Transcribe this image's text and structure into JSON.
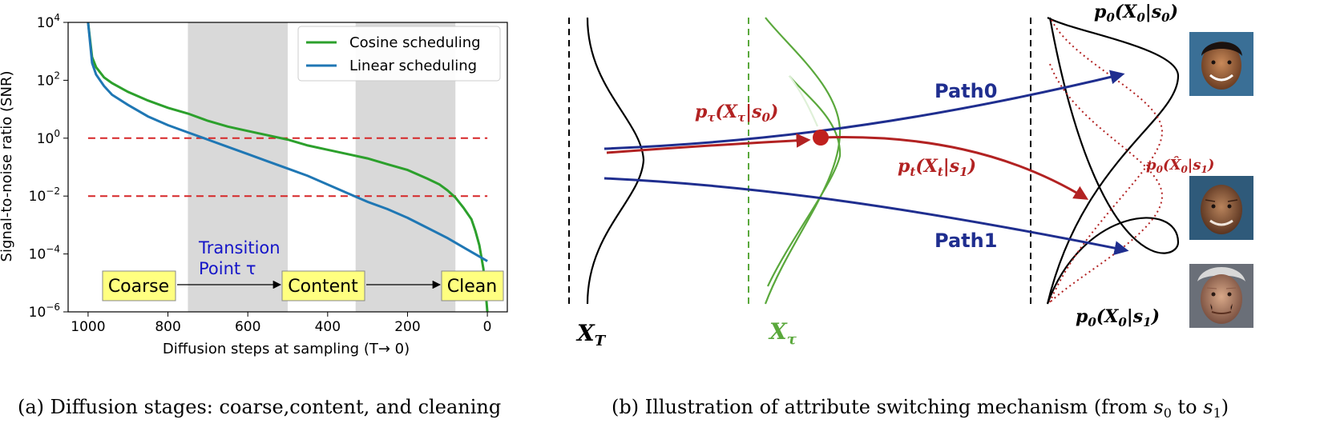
{
  "chart_data": {
    "type": "line",
    "xlabel": "Diffusion steps at sampling (T→ 0)",
    "ylabel": "Signal-to-noise ratio (SNR)",
    "xlim": [
      1050,
      -50
    ],
    "ylim_log10": [
      -6,
      4
    ],
    "x_scale": "linear, reversed",
    "y_scale": "log",
    "x_ticks": [
      1000,
      800,
      600,
      400,
      200,
      0
    ],
    "x_tick_labels": [
      "1000",
      "800",
      "600",
      "400",
      "200",
      "0"
    ],
    "y_ticks_log10": [
      -6,
      -4,
      -2,
      0,
      2,
      4
    ],
    "y_tick_base": "10",
    "y_tick_exponents": [
      "−6",
      "−4",
      "−2",
      "0",
      "2",
      "4"
    ],
    "legend_position": "top-right",
    "shaded_regions": [
      [
        750,
        500
      ],
      [
        330,
        80
      ]
    ],
    "threshold_lines_log10": [
      0,
      -2
    ],
    "series": [
      {
        "name": "Cosine scheduling",
        "color": "#2ca02c",
        "x": [
          1000,
          990,
          980,
          960,
          940,
          900,
          850,
          800,
          750,
          700,
          650,
          600,
          550,
          500,
          450,
          400,
          350,
          300,
          250,
          200,
          150,
          120,
          100,
          80,
          60,
          40,
          30,
          20,
          10,
          5,
          0
        ],
        "log10y": [
          4.2,
          2.8,
          2.45,
          2.1,
          1.9,
          1.6,
          1.3,
          1.05,
          0.85,
          0.6,
          0.4,
          0.25,
          0.1,
          -0.05,
          -0.25,
          -0.4,
          -0.55,
          -0.7,
          -0.9,
          -1.1,
          -1.4,
          -1.6,
          -1.8,
          -2.05,
          -2.4,
          -2.8,
          -3.2,
          -3.7,
          -4.5,
          -5.2,
          -6.1
        ]
      },
      {
        "name": "Linear scheduling",
        "color": "#1f77b4",
        "x": [
          1000,
          990,
          980,
          960,
          940,
          900,
          850,
          800,
          750,
          700,
          650,
          600,
          550,
          500,
          450,
          400,
          350,
          300,
          250,
          200,
          150,
          100,
          50,
          0
        ],
        "log10y": [
          4.2,
          2.6,
          2.2,
          1.8,
          1.5,
          1.15,
          0.75,
          0.45,
          0.2,
          -0.05,
          -0.3,
          -0.55,
          -0.8,
          -1.05,
          -1.3,
          -1.6,
          -1.9,
          -2.2,
          -2.45,
          -2.75,
          -3.1,
          -3.45,
          -3.85,
          -4.25
        ]
      }
    ],
    "annotations": {
      "transition": [
        "Transition",
        "Point τ"
      ],
      "stages": [
        "Coarse",
        "Content",
        "Clean"
      ]
    }
  },
  "diagram": {
    "x_T": "X",
    "x_T_sub": "T",
    "x_tau": "X",
    "x_tau_sub": "τ",
    "path0": "Path0",
    "path1": "Path1",
    "p_top": {
      "main": "p",
      "sub": "0",
      "arg": "(X",
      "argsub": "0",
      "cond": "|s",
      "condsub": "0",
      "close": ")"
    },
    "p_bottom": {
      "main": "p",
      "sub": "0",
      "arg": "(X",
      "argsub": "0",
      "cond": "|s",
      "condsub": "1",
      "close": ")"
    },
    "p_tau": {
      "main": "p",
      "sub": "τ",
      "arg": "(X",
      "argsub": "τ",
      "cond": "|s",
      "condsub": "0",
      "close": ")"
    },
    "p_t": {
      "main": "p",
      "sub": "t",
      "arg": "(X",
      "argsub": "t",
      "cond": "|s",
      "condsub": "1",
      "close": ")"
    },
    "p_hat": {
      "main": "p",
      "sub": "0",
      "arg": "(X̂",
      "argsub": "0",
      "cond": "|s",
      "condsub": "1",
      "close": ")"
    }
  },
  "captions": {
    "a": "(a)  Diffusion stages: coarse,content, and cleaning",
    "b_prefix": "(b)  Illustration of attribute switching mechanism (from ",
    "b_s0": "s",
    "b_s0_sub": "0",
    "b_to": " to ",
    "b_s1": "s",
    "b_s1_sub": "1",
    "b_suffix": ")"
  },
  "colors": {
    "cosine": "#2ca02c",
    "linear": "#1f77b4",
    "threshold": "#d62728",
    "shade": "#d9d9d9",
    "stage_box": "#ffff80",
    "transition_text": "#1515c8",
    "path_blue": "#1f2e8f",
    "path_red": "#b22222",
    "green": "#5aa83c"
  },
  "portraits": [
    "young-face",
    "middle-aged-face",
    "old-face"
  ]
}
